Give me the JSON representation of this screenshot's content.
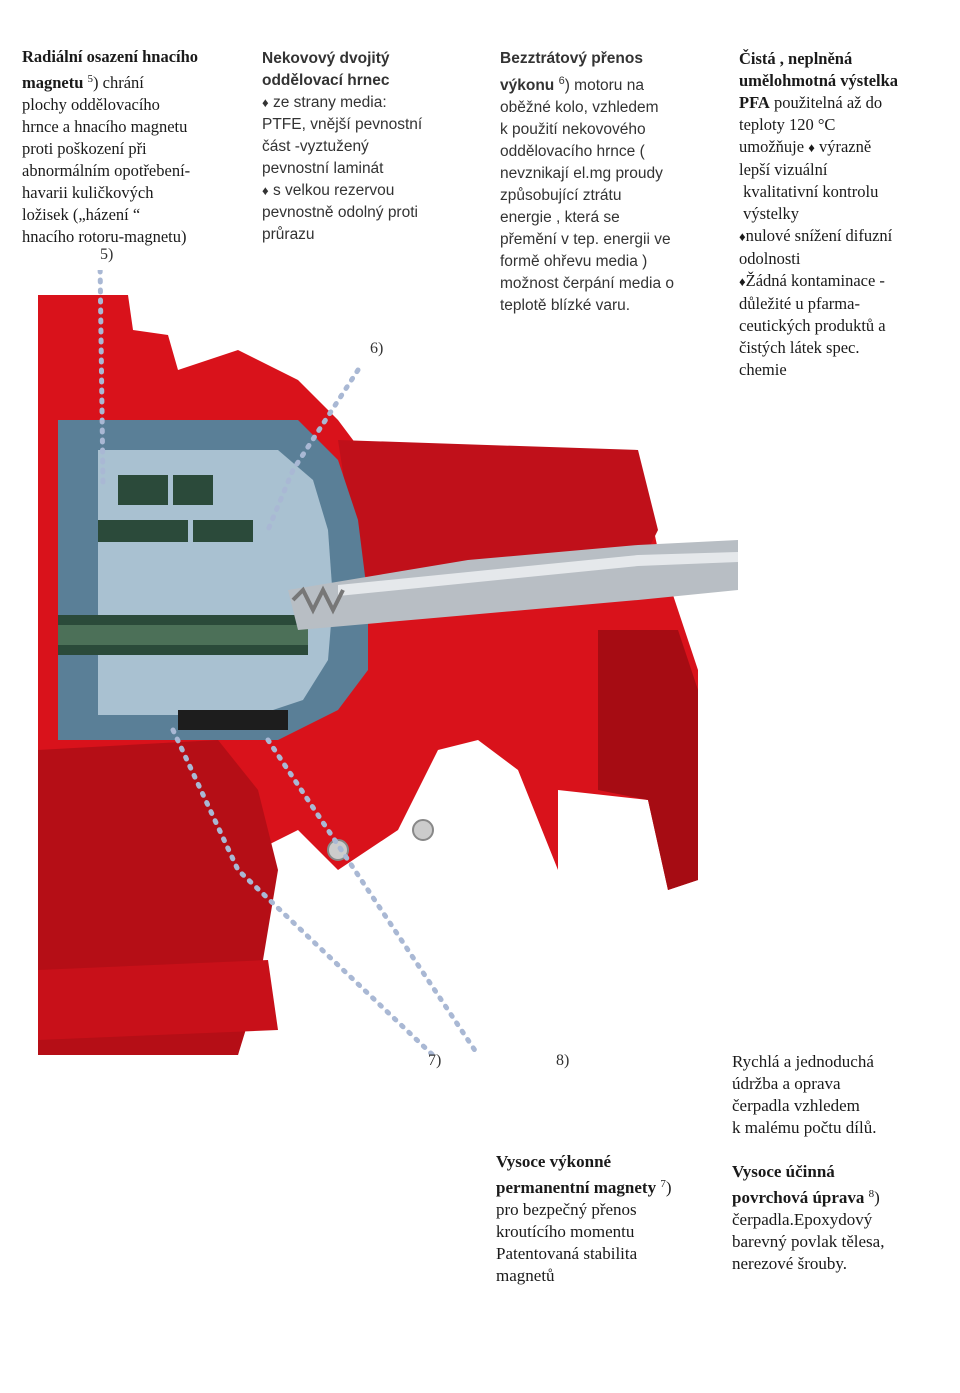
{
  "col1": {
    "bold1": "Radiální osazení hnacího",
    "bold2": "magnetu",
    "sup": "5",
    "after_sup": ") chrání",
    "lines": [
      "plochy  oddělovacího",
      "hrnce a hnacího magnetu",
      "proti poškození při",
      "abnormálním opotřebení-",
      "havarii kuličkových",
      "ložisek („házení “",
      "hnacího rotoru-magnetu)"
    ],
    "ref": "5)"
  },
  "col2": {
    "bold_lines": [
      "Nekovový dvojitý",
      "oddělovací hrnec"
    ],
    "bullet1": "♦",
    "bullet1_text": " ze strany media:",
    "lines1": [
      "PTFE, vnější pevnostní",
      "část -vyztužený",
      "pevnostní laminát"
    ],
    "bullet2": "♦",
    "bullet2_text": " s velkou rezervou",
    "lines2": [
      "pevnostně odolný proti",
      "průrazu"
    ],
    "ref": "6)"
  },
  "col3": {
    "bold1": "Bezztrátový přenos",
    "bold2": "výkonu",
    "sup": "6",
    "after_sup": ") motoru na",
    "lines": [
      "oběžné kolo, vzhledem",
      "k použití nekovového",
      "oddělovacího hrnce (",
      "nevznikají  el.mg proudy",
      "způsobující ztrátu",
      "energie , která se",
      "přemění v tep. energii ve",
      "formě ohřevu media )",
      "možnost čerpání media o",
      "teplotě blízké varu."
    ]
  },
  "col4": {
    "bold_lines": [
      "Čistá ,  neplněná",
      "umělohmotná výstelka"
    ],
    "pfa": "PFA",
    "pfa_after": " použitelná až do",
    "line_temp": "teploty 120 °C",
    "line_umoz1": "umožňuje ",
    "bullet_mid": "♦",
    "line_umoz2": " výrazně",
    "lines1": [
      "lepší vizuální",
      " kvalitativní kontrolu",
      " výstelky"
    ],
    "bullet2": "♦",
    "bullet2_text": "nulové snížení difuzní",
    "line_odol": "odolnosti",
    "bullet3": "♦",
    "bullet3_text": "Žádná kontaminace -",
    "lines2": [
      "důležité u pfarma-",
      "ceutických produktů a",
      "čistých látek spec.",
      "chemie"
    ]
  },
  "refs": {
    "r7": "7)",
    "r8": "8)"
  },
  "bottom_right1": {
    "lines": [
      "Rychlá a jednoduchá",
      "údržba a oprava",
      "čerpadla vzhledem",
      "k malému počtu dílů."
    ]
  },
  "bottom_mid": {
    "bold1": "Vysoce výkonné",
    "bold2": "permanentní magnety",
    "sup": "7",
    "after_sup": ")",
    "lines": [
      "pro bezpečný přenos",
      "kroutícího momentu",
      "Patentovaná stabilita",
      "magnetů"
    ]
  },
  "bottom_right2": {
    "bold1": "Vysoce účinná",
    "bold2": "povrchová úprava",
    "sup": "8",
    "after_sup": ")",
    "lines": [
      "čerpadla.Epoxydový",
      "barevný povlak tělesa,",
      "nerezové šrouby."
    ]
  },
  "colors": {
    "pump_red": "#d9121b",
    "dark_red": "#8f0a10",
    "liner_blue": "#5a7f97",
    "shaft": "#b8bec4",
    "dots": "#a9b8d4",
    "magnet": "#2b4a3a"
  }
}
